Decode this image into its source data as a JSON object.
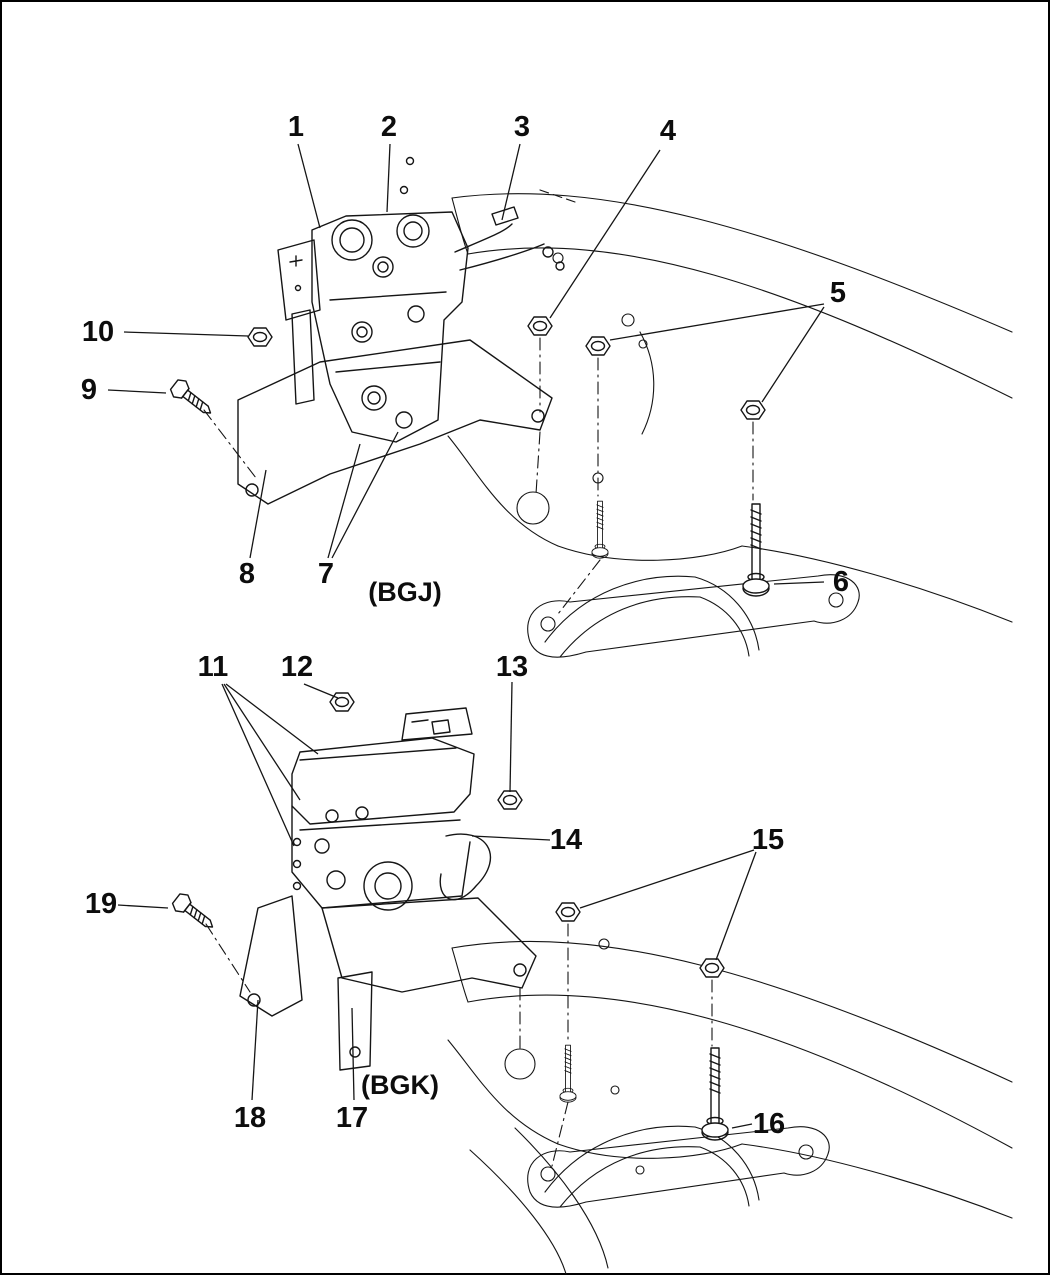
{
  "diagram": {
    "variants": {
      "bgj": "(BGJ)",
      "bgk": "(BGK)"
    },
    "callouts": {
      "c1": "1",
      "c2": "2",
      "c3": "3",
      "c4": "4",
      "c5": "5",
      "c6": "6",
      "c7": "7",
      "c8": "8",
      "c9": "9",
      "c10": "10",
      "c11": "11",
      "c12": "12",
      "c13": "13",
      "c14": "14",
      "c15": "15",
      "c16": "16",
      "c17": "17",
      "c18": "18",
      "c19": "19"
    },
    "colors": {
      "line": "#151515",
      "background": "#ffffff"
    },
    "icons": [
      "hex-nut-icon",
      "hex-bolt-icon",
      "hex-screw-icon"
    ]
  }
}
